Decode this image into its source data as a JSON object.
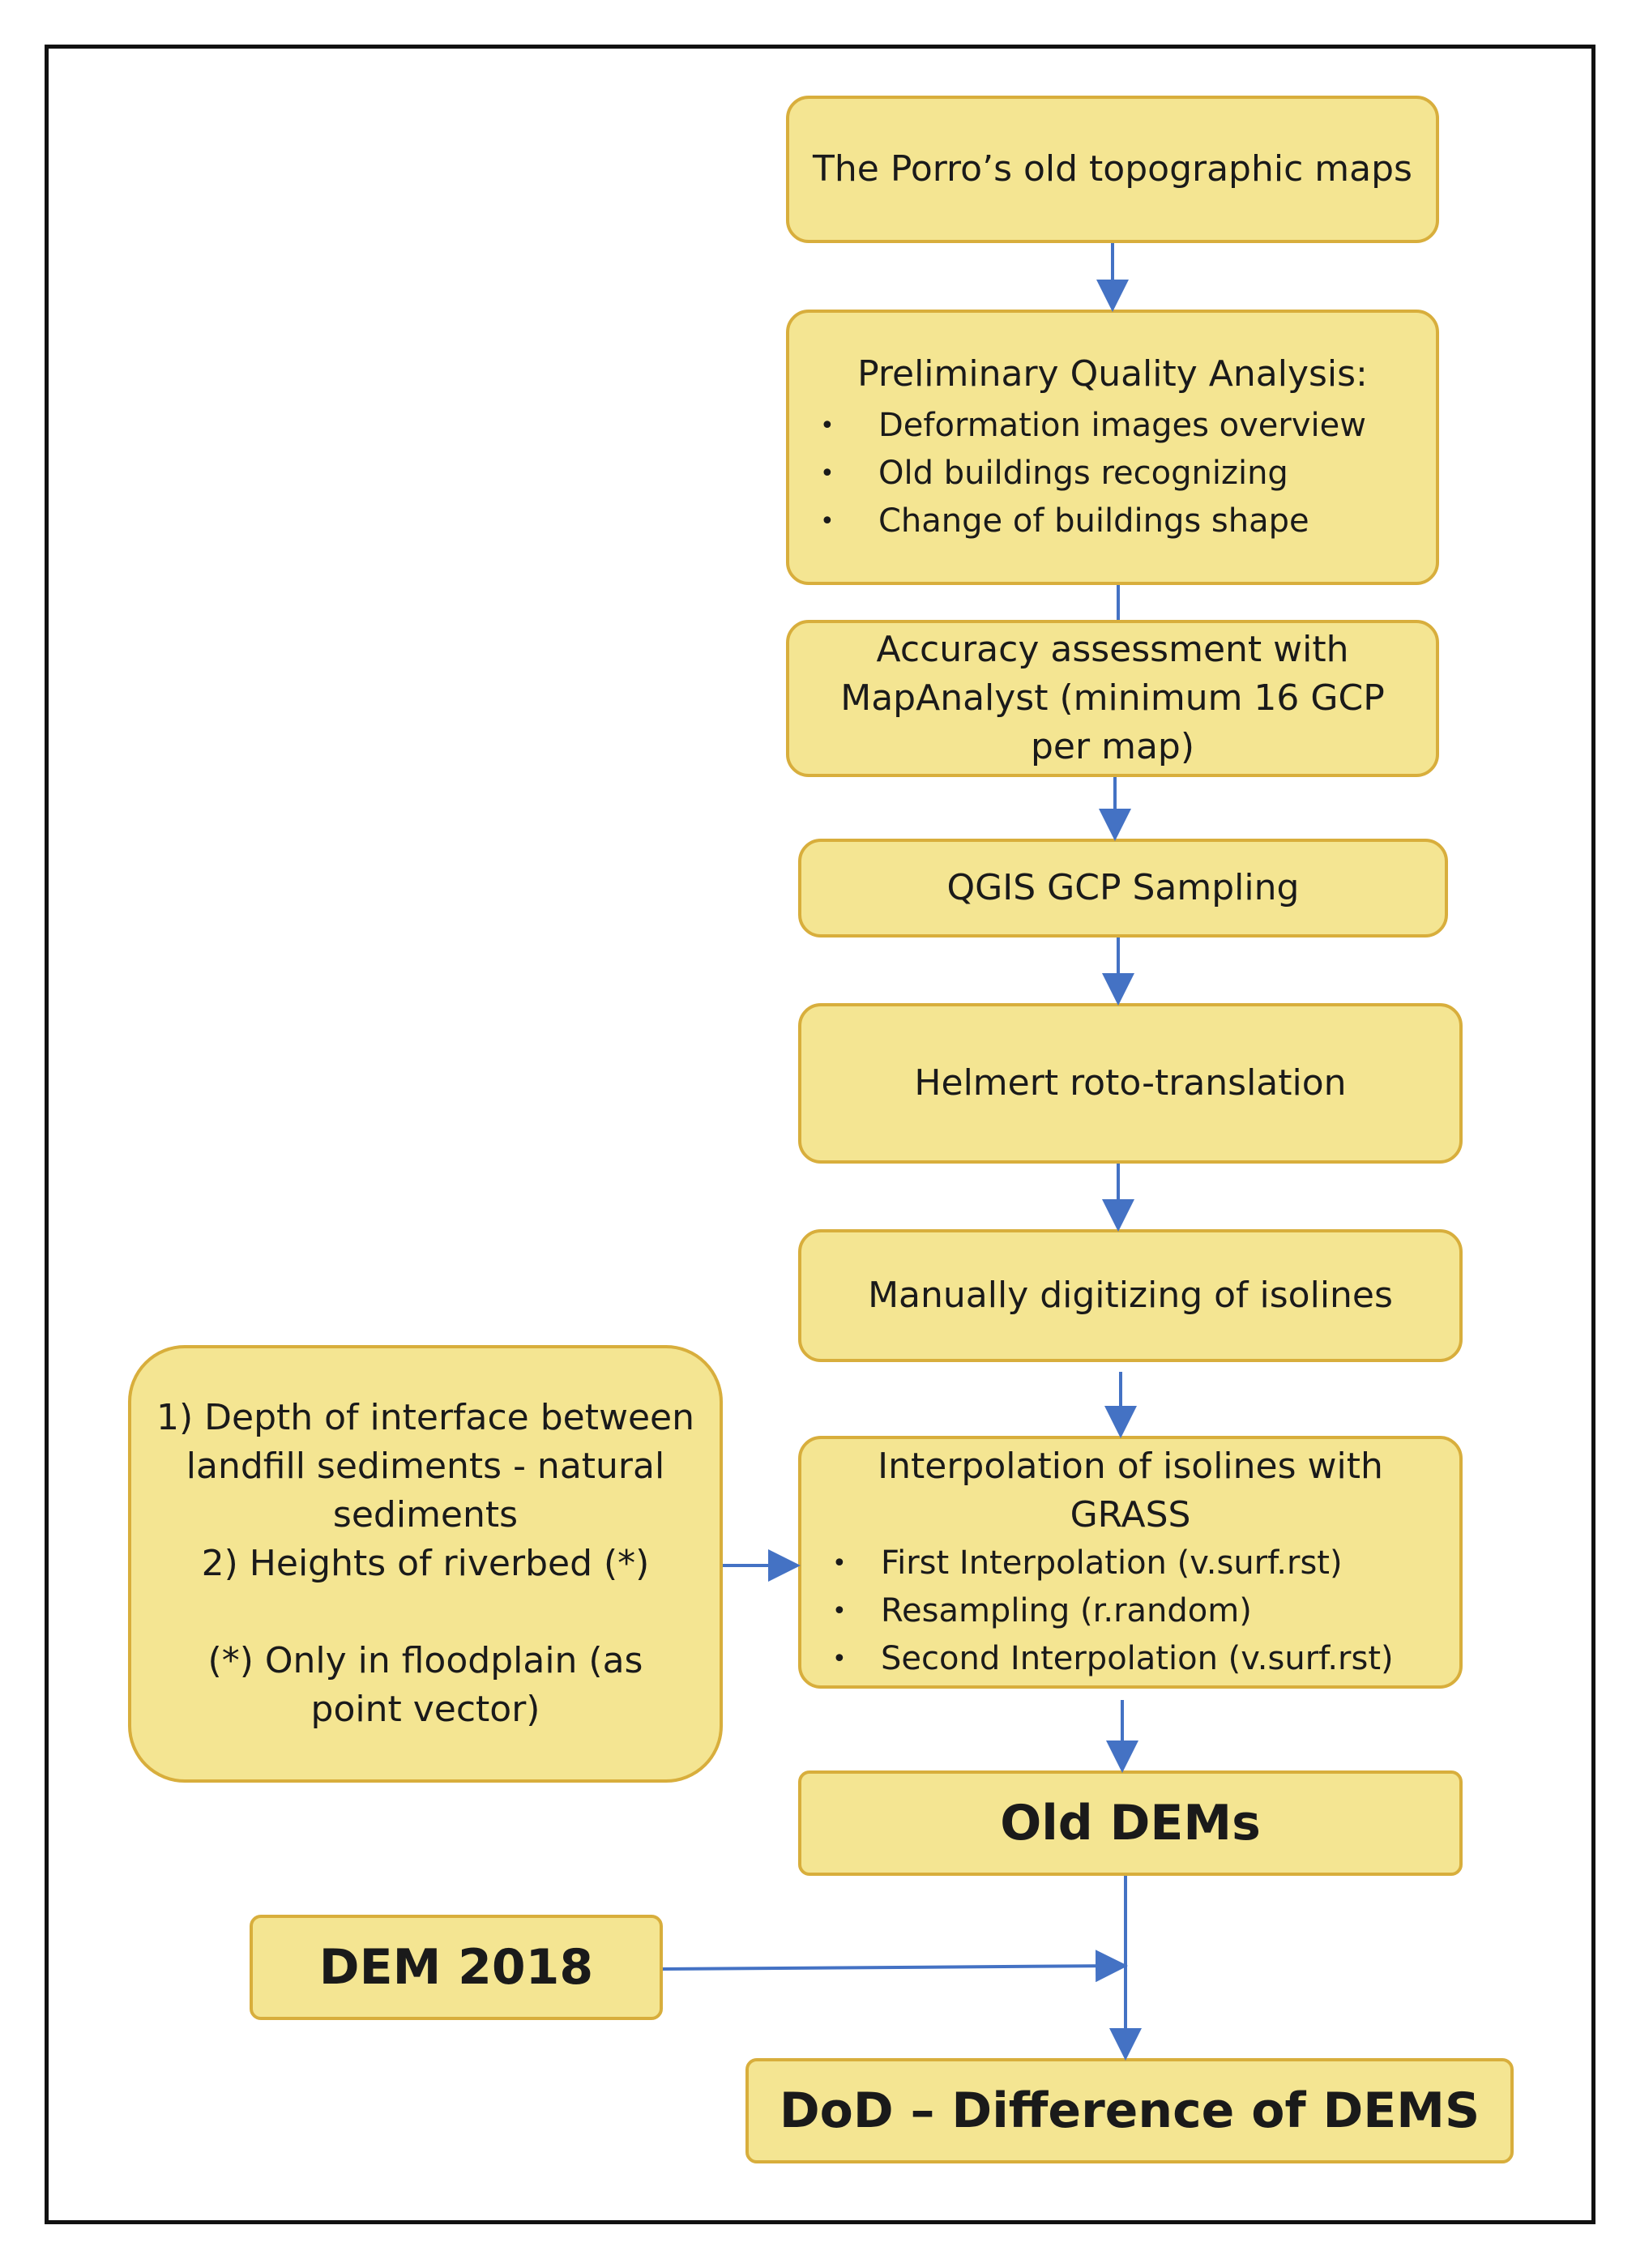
{
  "nodes": {
    "maps": {
      "text": "The Porro’s old topographic maps"
    },
    "quality": {
      "title": "Preliminary Quality Analysis:",
      "bullets": [
        "Deformation images overview",
        "Old buildings recognizing",
        "Change of buildings shape"
      ]
    },
    "accuracy": {
      "lines": [
        "Accuracy assessment with",
        "MapAnalyst (minimum 16 GCP",
        "per map)"
      ]
    },
    "qgis": {
      "text": "QGIS GCP Sampling"
    },
    "helmert": {
      "text": "Helmert roto-translation"
    },
    "digitizing": {
      "text": "Manually digitizing of isolines"
    },
    "interpolation": {
      "title": [
        "Interpolation of isolines with",
        "GRASS"
      ],
      "bullets": [
        "First Interpolation (v.surf.rst)",
        "Resampling (r.random)",
        "Second Interpolation (v.surf.rst)"
      ]
    },
    "side_note": {
      "lines": [
        "1) Depth of interface between",
        "landfill sediments  - natural",
        "sediments",
        "2) Heights of riverbed (*)",
        "",
        "(*) Only  in floodplain (as",
        "point vector)"
      ]
    },
    "old_dems": {
      "text": "Old DEMs"
    },
    "dem_2018": {
      "text": "DEM 2018"
    },
    "dod": {
      "text": "DoD – Difference of DEMS"
    }
  },
  "colors": {
    "box_fill": "#f4e592",
    "box_border": "#d8ae3c",
    "arrow": "#4472c4",
    "frame": "#111111"
  }
}
